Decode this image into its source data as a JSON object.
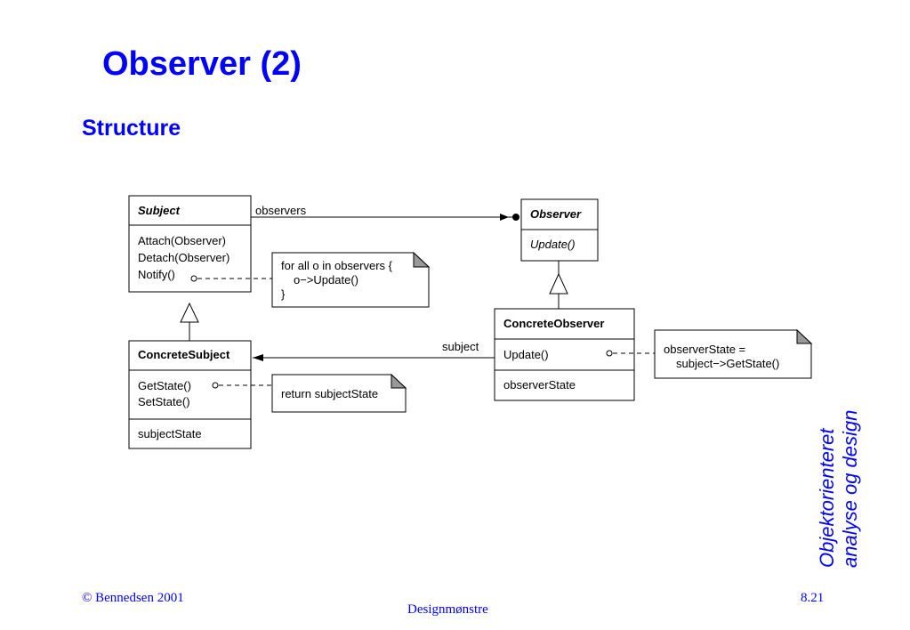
{
  "slide": {
    "title": "Observer (2)",
    "subtitle": "Structure",
    "side_text_line1": "Objektorienteret",
    "side_text_line2": "analyse og design",
    "footer_left": "© Bennedsen 2001",
    "footer_center": "Designmønstre",
    "footer_right": "8.21"
  },
  "diagram": {
    "subject": {
      "name": "Subject",
      "operations": [
        "Attach(Observer)",
        "Detach(Observer)",
        "Notify()"
      ]
    },
    "observer": {
      "name": "Observer",
      "operations": [
        "Update()"
      ]
    },
    "concrete_subject": {
      "name": "ConcreteSubject",
      "operations": [
        "GetState()",
        "SetState()"
      ],
      "attributes": [
        "subjectState"
      ]
    },
    "concrete_observer": {
      "name": "ConcreteObserver",
      "operations": [
        "Update()"
      ],
      "attributes": [
        "observerState"
      ]
    },
    "associations": {
      "observers_label": "observers",
      "subject_label": "subject"
    },
    "notes": {
      "notify_line1": "for all o in observers {",
      "notify_line2": "o−>Update()",
      "notify_line3": "}",
      "getstate": "return subjectState",
      "update_line1": "observerState =",
      "update_line2": "subject−>GetState()"
    }
  },
  "colors": {
    "title": "#0000ff",
    "note_corner": "#999999"
  }
}
